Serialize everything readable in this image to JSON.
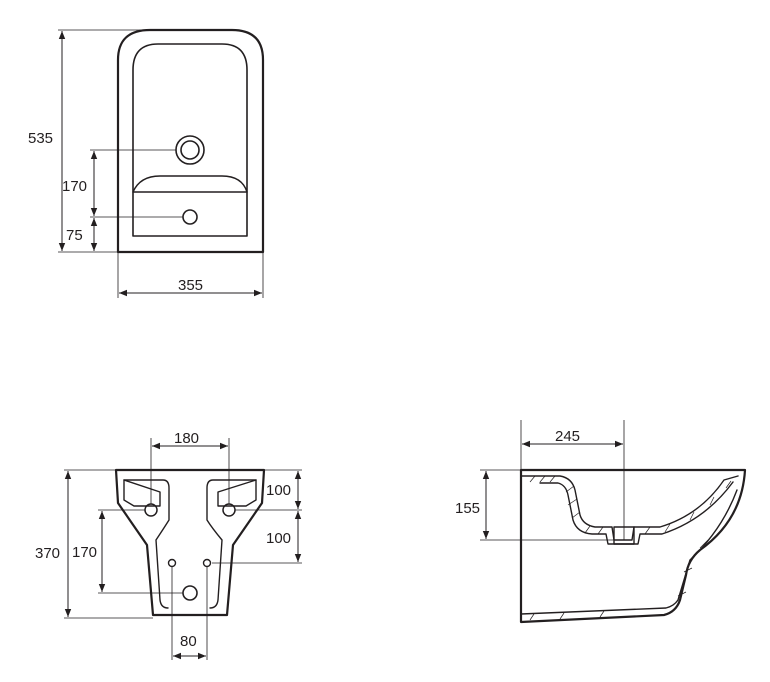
{
  "views": {
    "top": {
      "dim_total_depth": "535",
      "dim_hole_offset": "170",
      "dim_front_hole": "75",
      "dim_width": "355"
    },
    "rear": {
      "dim_mount_spacing": "180",
      "dim_total_height": "370",
      "dim_upper_offset": "100",
      "dim_lower_offset": "100",
      "dim_inlet_height": "170",
      "dim_inlet_spacing": "80"
    },
    "side": {
      "dim_outlet_distance": "245",
      "dim_outlet_height": "155"
    }
  },
  "colors": {
    "line": "#231f20",
    "background": "#ffffff"
  }
}
